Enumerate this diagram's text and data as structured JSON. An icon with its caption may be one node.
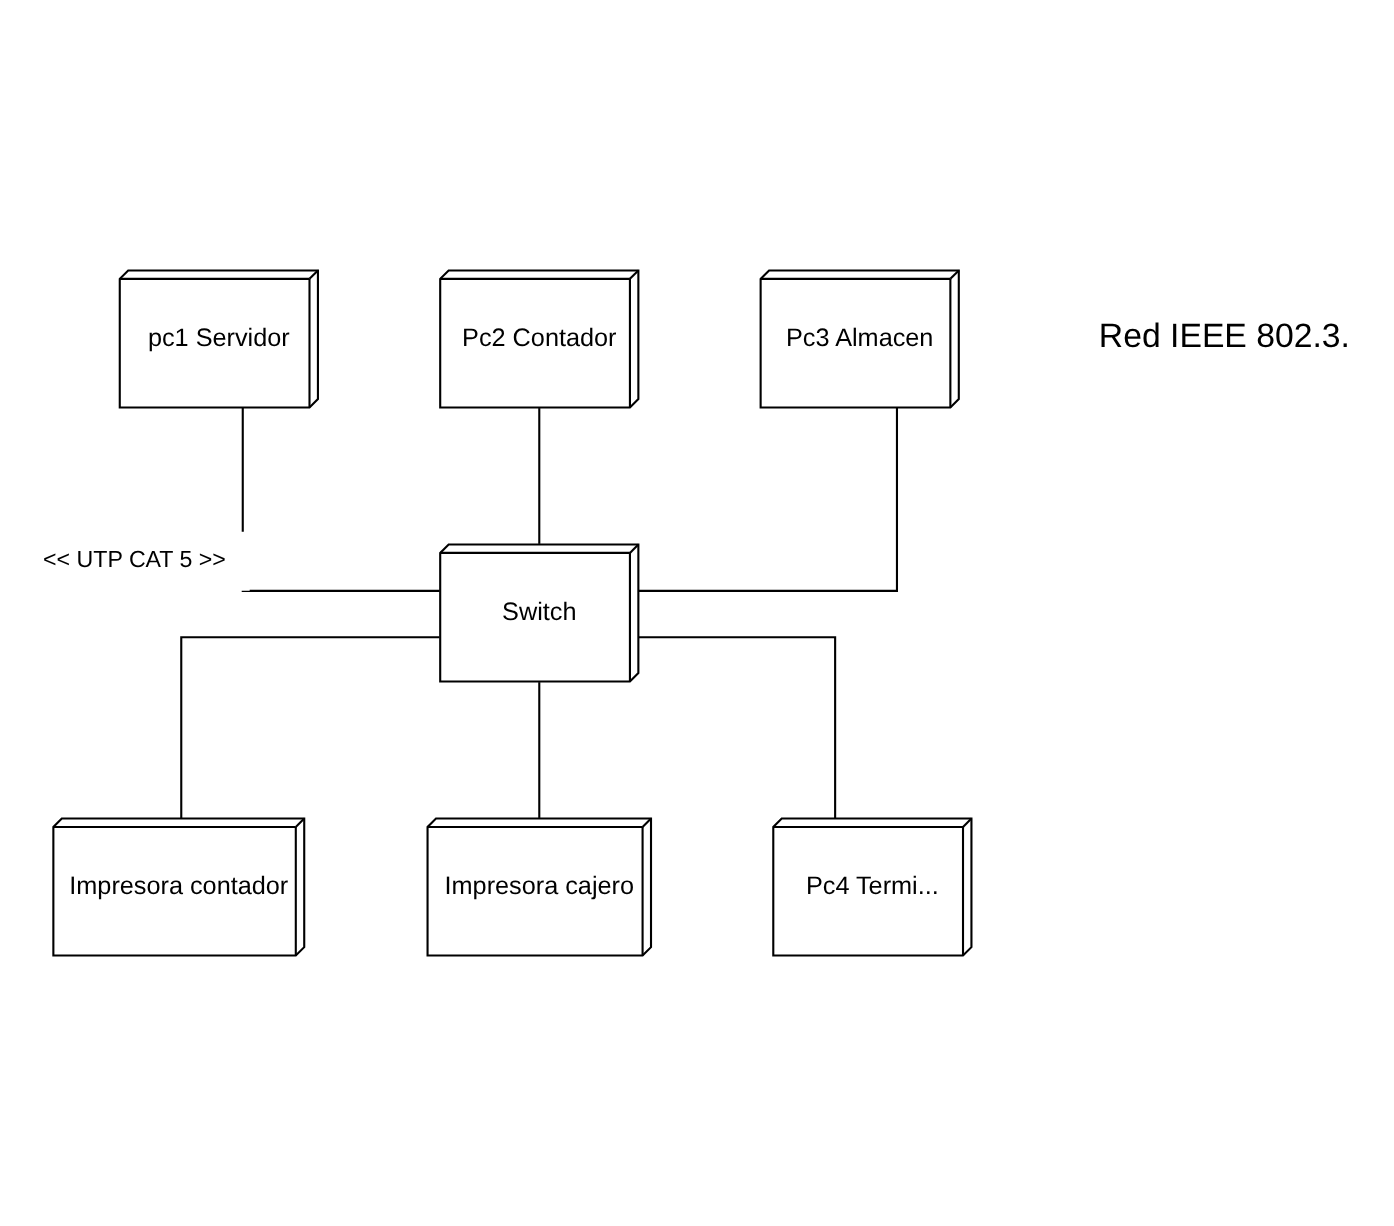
{
  "diagram": {
    "nodes": [
      {
        "text": [
          "pc1 Servidor"
        ]
      },
      {
        "text": [
          "Pc2 Contador"
        ]
      },
      {
        "text": [
          "Pc3 Almacen"
        ]
      },
      {
        "text": [
          "Switch"
        ]
      },
      {
        "text": [
          "Impresora contador"
        ]
      },
      {
        "text": [
          "Impresora cajero"
        ]
      },
      {
        "text": [
          "Pc4 Termi..."
        ]
      }
    ],
    "edges": [
      {
        "from": 0,
        "to": 3,
        "arrow": "none",
        "label": "<< UTP CAT 5 >>"
      },
      {
        "from": 1,
        "to": 3,
        "arrow": "none"
      },
      {
        "from": 2,
        "to": 3,
        "arrow": "none"
      },
      {
        "from": 3,
        "to": 4,
        "arrow": "none"
      },
      {
        "from": 3,
        "to": 5,
        "arrow": "none"
      },
      {
        "from": 3,
        "to": 6,
        "arrow": "none"
      }
    ],
    "labels": [
      "Red IEEE 802.3."
    ]
  }
}
